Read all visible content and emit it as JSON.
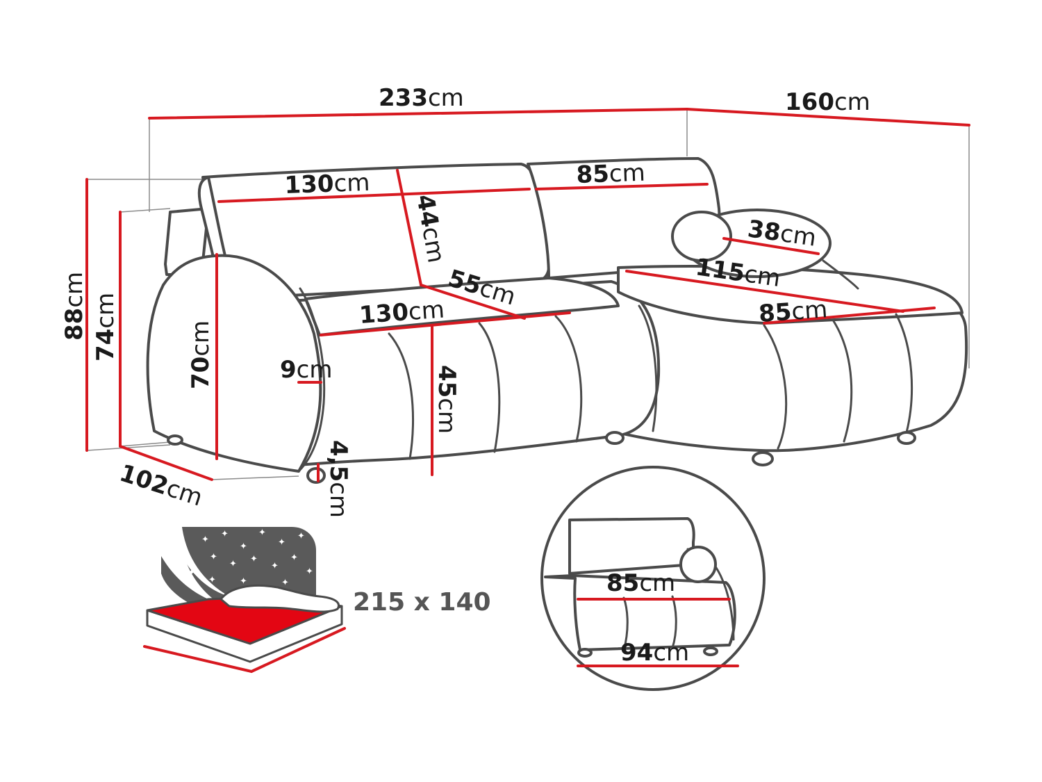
{
  "colors": {
    "dimension_line": "#d71920",
    "outline": "#4a4a4a",
    "bed_surface": "#e30613",
    "night_panel": "#5a5a5a"
  },
  "unit": "cm",
  "dimensions": {
    "total_width": "233",
    "chaise_width": "160",
    "total_height": "88",
    "back_height": "74",
    "depth": "102",
    "armrest_height": "70",
    "armrest_width": "9",
    "back_width_main": "130",
    "back_width_chaise": "85",
    "backrest_height": "44",
    "seat_depth": "55",
    "seat_width": "130",
    "seat_height": "45",
    "leg_height": "4,5",
    "pillow_diameter": "38",
    "chaise_length": "115",
    "chaise_seat_width": "85"
  },
  "bed": {
    "size_label": "215 x 140"
  },
  "detail": {
    "seat_width": "85",
    "bottom_width": "94"
  }
}
